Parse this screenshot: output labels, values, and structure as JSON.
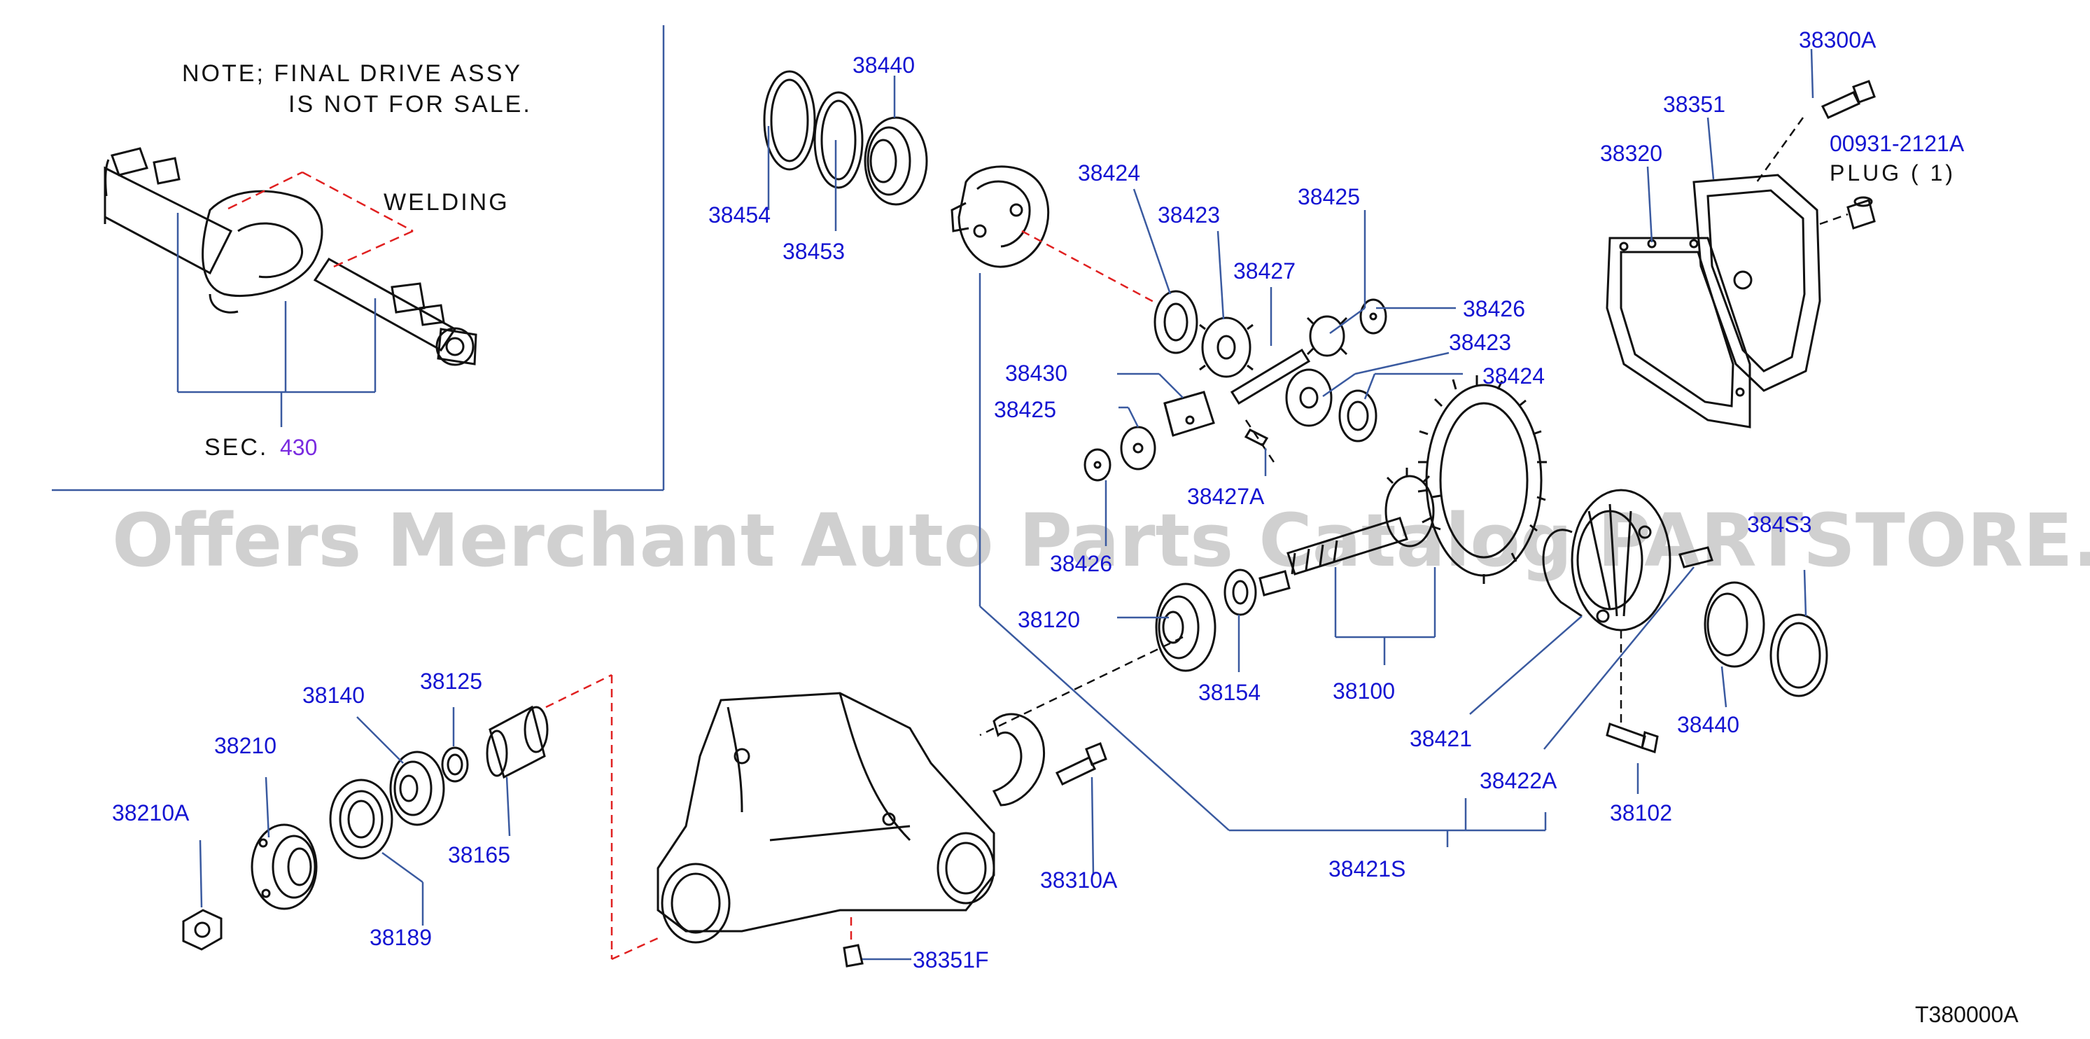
{
  "colors": {
    "part_number": "#1414d2",
    "section_ref": "#7a2be0",
    "line": "#3a5aa0",
    "drawing": "#111111",
    "dashed": "#e02020",
    "watermark": "#c8c8c8"
  },
  "note": {
    "line1": "NOTE; FINAL DRIVE ASSY",
    "line2": "IS NOT FOR SALE.",
    "welding": "WELDING",
    "sec_label": "SEC.",
    "sec_number": "430"
  },
  "plug": {
    "code": "00931-2121A",
    "label": "PLUG ( 1)"
  },
  "watermark": "Offers Merchant Auto Parts Catalog PARTSTORE.SA",
  "figure_code": "T380000A",
  "parts": [
    {
      "id": "38300A",
      "label": "38300A"
    },
    {
      "id": "38351",
      "label": "38351"
    },
    {
      "id": "38320",
      "label": "38320"
    },
    {
      "id": "38440-top",
      "label": "38440"
    },
    {
      "id": "38454",
      "label": "38454"
    },
    {
      "id": "38453",
      "label": "38453"
    },
    {
      "id": "38424-a",
      "label": "38424"
    },
    {
      "id": "38423-a",
      "label": "38423"
    },
    {
      "id": "38425-a",
      "label": "38425"
    },
    {
      "id": "38427",
      "label": "38427"
    },
    {
      "id": "38426-a",
      "label": "38426"
    },
    {
      "id": "38423-b",
      "label": "38423"
    },
    {
      "id": "38424-b",
      "label": "38424"
    },
    {
      "id": "38430",
      "label": "38430"
    },
    {
      "id": "38425-b",
      "label": "38425"
    },
    {
      "id": "38427A",
      "label": "38427A"
    },
    {
      "id": "38426-b",
      "label": "38426"
    },
    {
      "id": "38453-b",
      "label": "384S3"
    },
    {
      "id": "38120",
      "label": "38120"
    },
    {
      "id": "38154",
      "label": "38154"
    },
    {
      "id": "38100",
      "label": "38100"
    },
    {
      "id": "38440-b",
      "label": "38440"
    },
    {
      "id": "38421",
      "label": "38421"
    },
    {
      "id": "38422A",
      "label": "38422A"
    },
    {
      "id": "38102",
      "label": "38102"
    },
    {
      "id": "38421S",
      "label": "38421S"
    },
    {
      "id": "38140",
      "label": "38140"
    },
    {
      "id": "38125",
      "label": "38125"
    },
    {
      "id": "38210",
      "label": "38210"
    },
    {
      "id": "38210A",
      "label": "38210A"
    },
    {
      "id": "38165",
      "label": "38165"
    },
    {
      "id": "38189",
      "label": "38189"
    },
    {
      "id": "38310A",
      "label": "38310A"
    },
    {
      "id": "38351F",
      "label": "38351F"
    }
  ]
}
